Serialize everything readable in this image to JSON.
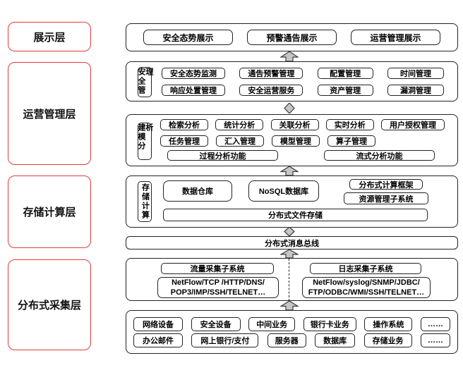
{
  "colors": {
    "accent_red": "#e23b3d",
    "line": "#222222",
    "arrow_fill": "#c6c6c6"
  },
  "layer_labels": {
    "presentation": "展示层",
    "operations": "运营管理层",
    "storage": "存储计算层",
    "collection": "分布式采集层"
  },
  "presentation": {
    "items": [
      "安全态势展示",
      "预警通告展示",
      "运营管理展示"
    ]
  },
  "security": {
    "tab": "安全管理",
    "row1": [
      "安全态势监测",
      "通告预警管理",
      "配置管理",
      "时间管理"
    ],
    "row2": [
      "响应处置管理",
      "安全运营服务",
      "资产管理",
      "漏洞管理"
    ]
  },
  "modeling": {
    "tab": "建模分析",
    "row1": [
      "检索分析",
      "统计分析",
      "关联分析",
      "实时分析",
      "用户授权管理"
    ],
    "row2": [
      "任务管理",
      "汇入管理",
      "模型管理",
      "算子管理"
    ],
    "row3": [
      "过程分析功能",
      "流式分析功能"
    ]
  },
  "storage_section": {
    "tab": "存储计算",
    "warehouse": "数据仓库",
    "nosql": "NoSQL数据库",
    "stack": [
      "分布式计算框架",
      "资源管理子系统"
    ],
    "file_storage": "分布式文件存储"
  },
  "bus": {
    "label": "分布式消息总线"
  },
  "collectors": {
    "flow": {
      "title": "流量采集子系统",
      "line1": "NetFlow/TCP /HTTP/DNS/",
      "line2": "POP3/IMP/SSH/TELNET…"
    },
    "log": {
      "title": "日志采集子系统",
      "line1": "NetFlow/syslog/SNMP/JDBC/",
      "line2": "FTP/ODBC/WMI/SSH/TELNET…"
    }
  },
  "devices": {
    "row1": [
      "网络设备",
      "安全设备",
      "中间业务",
      "银行卡业务",
      "操作系统",
      "……"
    ],
    "row2": [
      "办公邮件",
      "网上银行/支付",
      "服务器",
      "数据库",
      "存储业务",
      "……"
    ]
  }
}
